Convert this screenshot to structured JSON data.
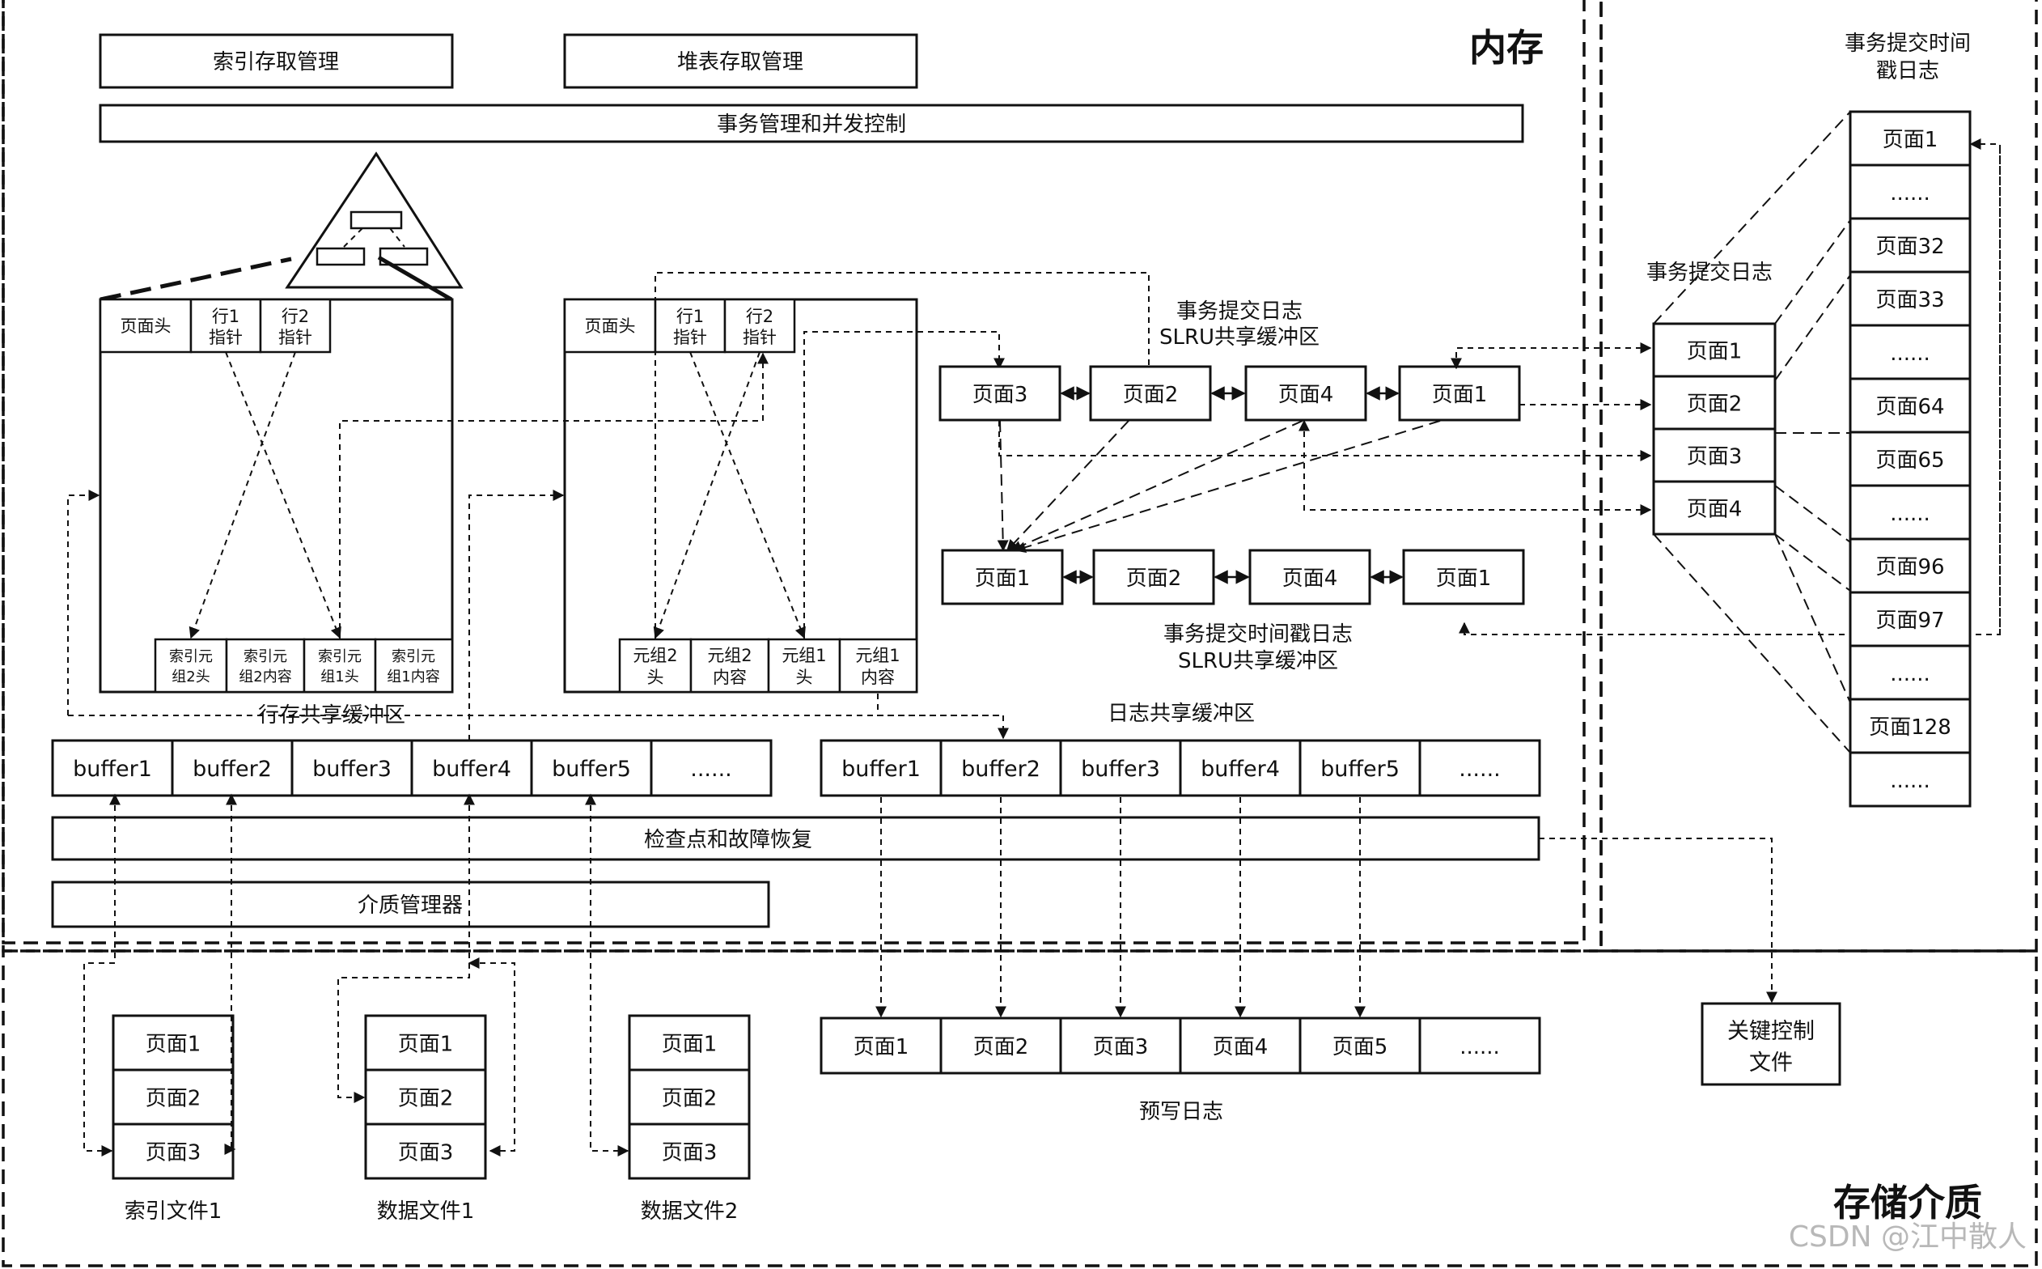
{
  "regions": {
    "memory": "内存",
    "storage": "存储介质"
  },
  "top": {
    "index_access": "索引存取管理",
    "heap_access": "堆表存取管理",
    "txn_mgmt": "事务管理和并发控制"
  },
  "index_page": {
    "header": "页面头",
    "ptr1": [
      "行1",
      "指针"
    ],
    "ptr2": [
      "行2",
      "指针"
    ],
    "tuples": [
      [
        "索引元",
        "组2头"
      ],
      [
        "索引元",
        "组2内容"
      ],
      [
        "索引元",
        "组1头"
      ],
      [
        "索引元",
        "组1内容"
      ]
    ]
  },
  "heap_page": {
    "header": "页面头",
    "ptr1": [
      "行1",
      "指针"
    ],
    "ptr2": [
      "行2",
      "指针"
    ],
    "tuples": [
      [
        "元组2",
        "头"
      ],
      [
        "元组2",
        "内容"
      ],
      [
        "元组1",
        "头"
      ],
      [
        "元组1",
        "内容"
      ]
    ]
  },
  "row_buffer": {
    "label": "行存共享缓冲区",
    "cells": [
      "buffer1",
      "buffer2",
      "buffer3",
      "buffer4",
      "buffer5",
      "......"
    ]
  },
  "log_buffer": {
    "label": "日志共享缓冲区",
    "cells": [
      "buffer1",
      "buffer2",
      "buffer3",
      "buffer4",
      "buffer5",
      "......"
    ]
  },
  "checkpoint": "检查点和故障恢复",
  "media_mgr": "介质管理器",
  "clog_slru": {
    "label": [
      "事务提交日志",
      "SLRU共享缓冲区"
    ],
    "pages": [
      "页面3",
      "页面2",
      "页面4",
      "页面1"
    ]
  },
  "ts_slru": {
    "label": [
      "事务提交时间戳日志",
      "SLRU共享缓冲区"
    ],
    "pages": [
      "页面1",
      "页面2",
      "页面4",
      "页面1"
    ]
  },
  "clog": {
    "label": "事务提交日志",
    "pages": [
      "页面1",
      "页面2",
      "页面3",
      "页面4"
    ]
  },
  "commit_ts": {
    "label": [
      "事务提交时间",
      "戳日志"
    ],
    "pages": [
      "页面1",
      "......",
      "页面32",
      "页面33",
      "......",
      "页面64",
      "页面65",
      "......",
      "页面96",
      "页面97",
      "......",
      "页面128",
      "......"
    ]
  },
  "files": [
    {
      "label": "索引文件1",
      "pages": [
        "页面1",
        "页面2",
        "页面3"
      ]
    },
    {
      "label": "数据文件1",
      "pages": [
        "页面1",
        "页面2",
        "页面3"
      ]
    },
    {
      "label": "数据文件2",
      "pages": [
        "页面1",
        "页面2",
        "页面3"
      ]
    }
  ],
  "wal": {
    "label": "预写日志",
    "pages": [
      "页面1",
      "页面2",
      "页面3",
      "页面4",
      "页面5",
      "......"
    ]
  },
  "control_file": [
    "关键控制",
    "文件"
  ],
  "watermark": "CSDN @江中散人"
}
